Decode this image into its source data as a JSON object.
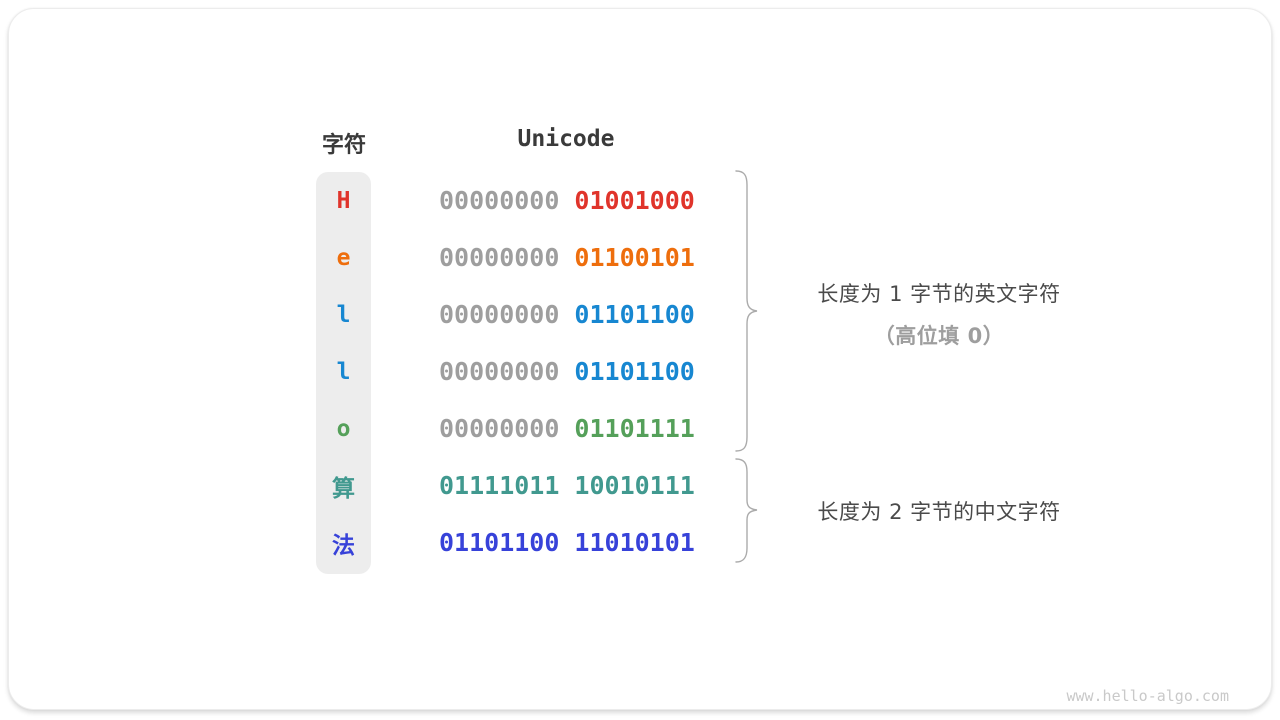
{
  "page": {
    "watermark": "www.hello-algo.com"
  },
  "colors": {
    "gray_digits": "#9e9e9e",
    "header_text": "#3a3a3a",
    "red": "#e0342b",
    "orange": "#ee6e0d",
    "blue": "#1787d1",
    "green": "#55a05a",
    "teal": "#41998f",
    "indigo": "#3742d9"
  },
  "table": {
    "headers": {
      "char": "字符",
      "unicode": "Unicode"
    },
    "rows": [
      {
        "char": "H",
        "high_byte": "00000000",
        "low_byte": "01001000",
        "color": "#e0342b"
      },
      {
        "char": "e",
        "high_byte": "00000000",
        "low_byte": "01100101",
        "color": "#ee6e0d"
      },
      {
        "char": "l",
        "high_byte": "00000000",
        "low_byte": "01101100",
        "color": "#1787d1"
      },
      {
        "char": "l",
        "high_byte": "00000000",
        "low_byte": "01101100",
        "color": "#1787d1"
      },
      {
        "char": "o",
        "high_byte": "00000000",
        "low_byte": "01101111",
        "color": "#55a05a"
      },
      {
        "char": "算",
        "high_byte": "01111011",
        "low_byte": "10010111",
        "color": "#41998f"
      },
      {
        "char": "法",
        "high_byte": "01101100",
        "low_byte": "11010101",
        "color": "#3742d9"
      }
    ]
  },
  "annotations": {
    "group1": {
      "line1": "长度为 1 字节的英文字符",
      "line2": "（高位填 0）"
    },
    "group2": {
      "line1": "长度为 2 字节的中文字符"
    }
  }
}
